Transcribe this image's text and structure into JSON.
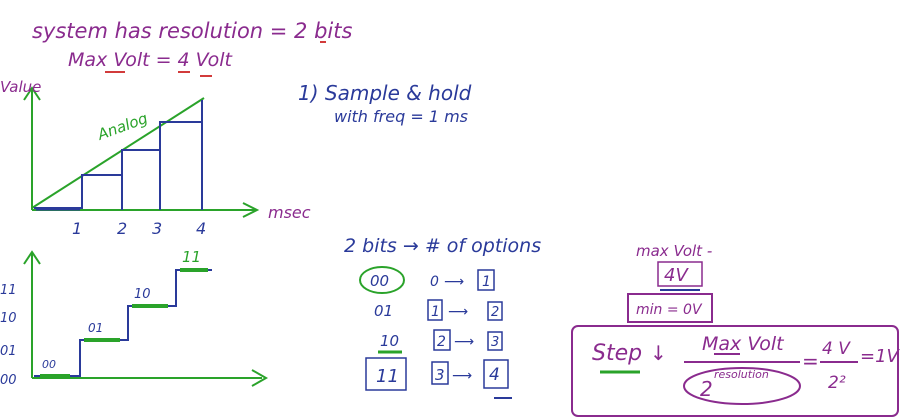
{
  "header": {
    "line1": "system has resolution = 2 bits",
    "line2": "Max Volt = 4 Volt"
  },
  "note": {
    "line1": "1) Sample & hold",
    "line2": "with freq = 1 ms"
  },
  "analog_chart": {
    "y_label": "Value",
    "x_label": "msec",
    "curve_label": "Analog",
    "ticks": [
      "1",
      "2",
      "3",
      "4"
    ]
  },
  "digital_chart": {
    "y_ticks": [
      "11",
      "10",
      "01",
      "00"
    ],
    "step_labels": [
      "00",
      "01",
      "10",
      "11"
    ]
  },
  "mapping": {
    "title": "2 bits → # of options",
    "rows": [
      {
        "code": "00",
        "from": "0",
        "to": "1"
      },
      {
        "code": "01",
        "from": "1",
        "to": "2"
      },
      {
        "code": "10",
        "from": "2",
        "to": "3"
      },
      {
        "code": "11",
        "from": "3",
        "to": "4"
      }
    ]
  },
  "volt_box": {
    "max_label": "max Volt -",
    "max_value": "4V",
    "min_label": "min = 0V"
  },
  "step_box": {
    "step_label": "Step",
    "fraction_top": "Max Volt",
    "fraction_bottom": "2",
    "exponent_label": "resolution",
    "equals_top": "4 V",
    "equals_bottom": "2²",
    "result": "=1V"
  },
  "colors": {
    "purple": "#8a2b8e",
    "blue": "#2a3a9a",
    "green": "#2aa32a",
    "red": "#d23b3b"
  }
}
